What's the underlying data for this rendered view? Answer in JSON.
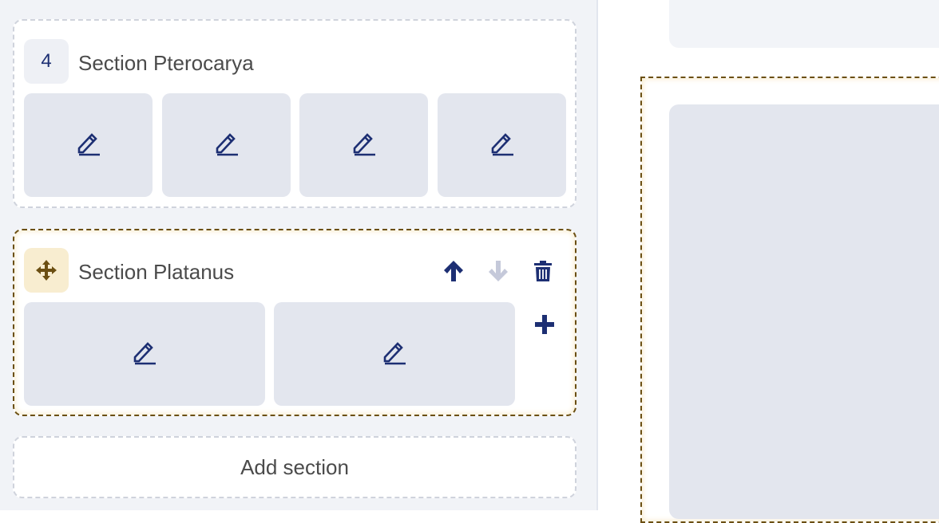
{
  "sections": [
    {
      "number": "4",
      "title": "Section Pterocarya",
      "tiles": 4
    },
    {
      "title": "Section Platanus",
      "tiles": 2
    }
  ],
  "add_section_label": "Add section",
  "colors": {
    "accent": "#1d2f73",
    "drag": "#6b4f12",
    "disabled": "#c5c9da",
    "tile": "#e3e6ee"
  }
}
